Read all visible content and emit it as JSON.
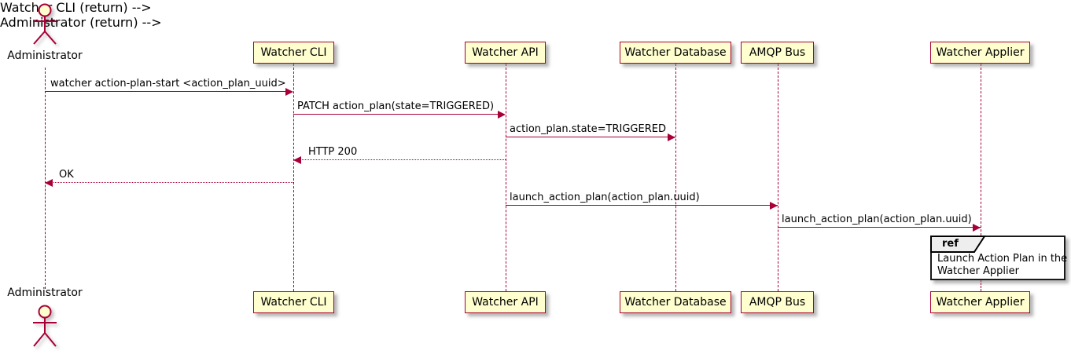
{
  "actor": {
    "label": "Administrator"
  },
  "participants": [
    {
      "label": "Watcher CLI"
    },
    {
      "label": "Watcher API"
    },
    {
      "label": "Watcher Database"
    },
    {
      "label": "AMQP Bus"
    },
    {
      "label": "Watcher Applier"
    }
  ],
  "messages": [
    {
      "from": "Administrator",
      "to": "Watcher CLI",
      "label": "watcher action-plan-start <action_plan_uuid>",
      "line": "solid"
    },
    {
      "from": "Watcher CLI",
      "to": "Watcher API",
      "label": "PATCH action_plan(state=TRIGGERED)",
      "line": "solid"
    },
    {
      "from": "Watcher API",
      "to": "Watcher Database",
      "label": "action_plan.state=TRIGGERED",
      "line": "solid"
    },
    {
      "from": "Watcher API",
      "to": "Watcher CLI",
      "label": "HTTP 200",
      "line": "dotted"
    },
    {
      "from": "Watcher CLI",
      "to": "Administrator",
      "label": "OK",
      "line": "dotted"
    },
    {
      "from": "Watcher API",
      "to": "AMQP Bus",
      "label": "launch_action_plan(action_plan.uuid)",
      "line": "solid"
    },
    {
      "from": "AMQP Bus",
      "to": "Watcher Applier",
      "label": "launch_action_plan(action_plan.uuid)",
      "line": "solid"
    }
  ],
  "ref_fragment": {
    "keyword": "ref",
    "lines": [
      "Launch Action Plan in the",
      "Watcher Applier"
    ]
  },
  "colors": {
    "participant_fill": "#FEFECE",
    "stroke": "#A80036",
    "text": "#000000",
    "ref_header_fill": "#EEEEEE",
    "ref_border": "#000000"
  }
}
